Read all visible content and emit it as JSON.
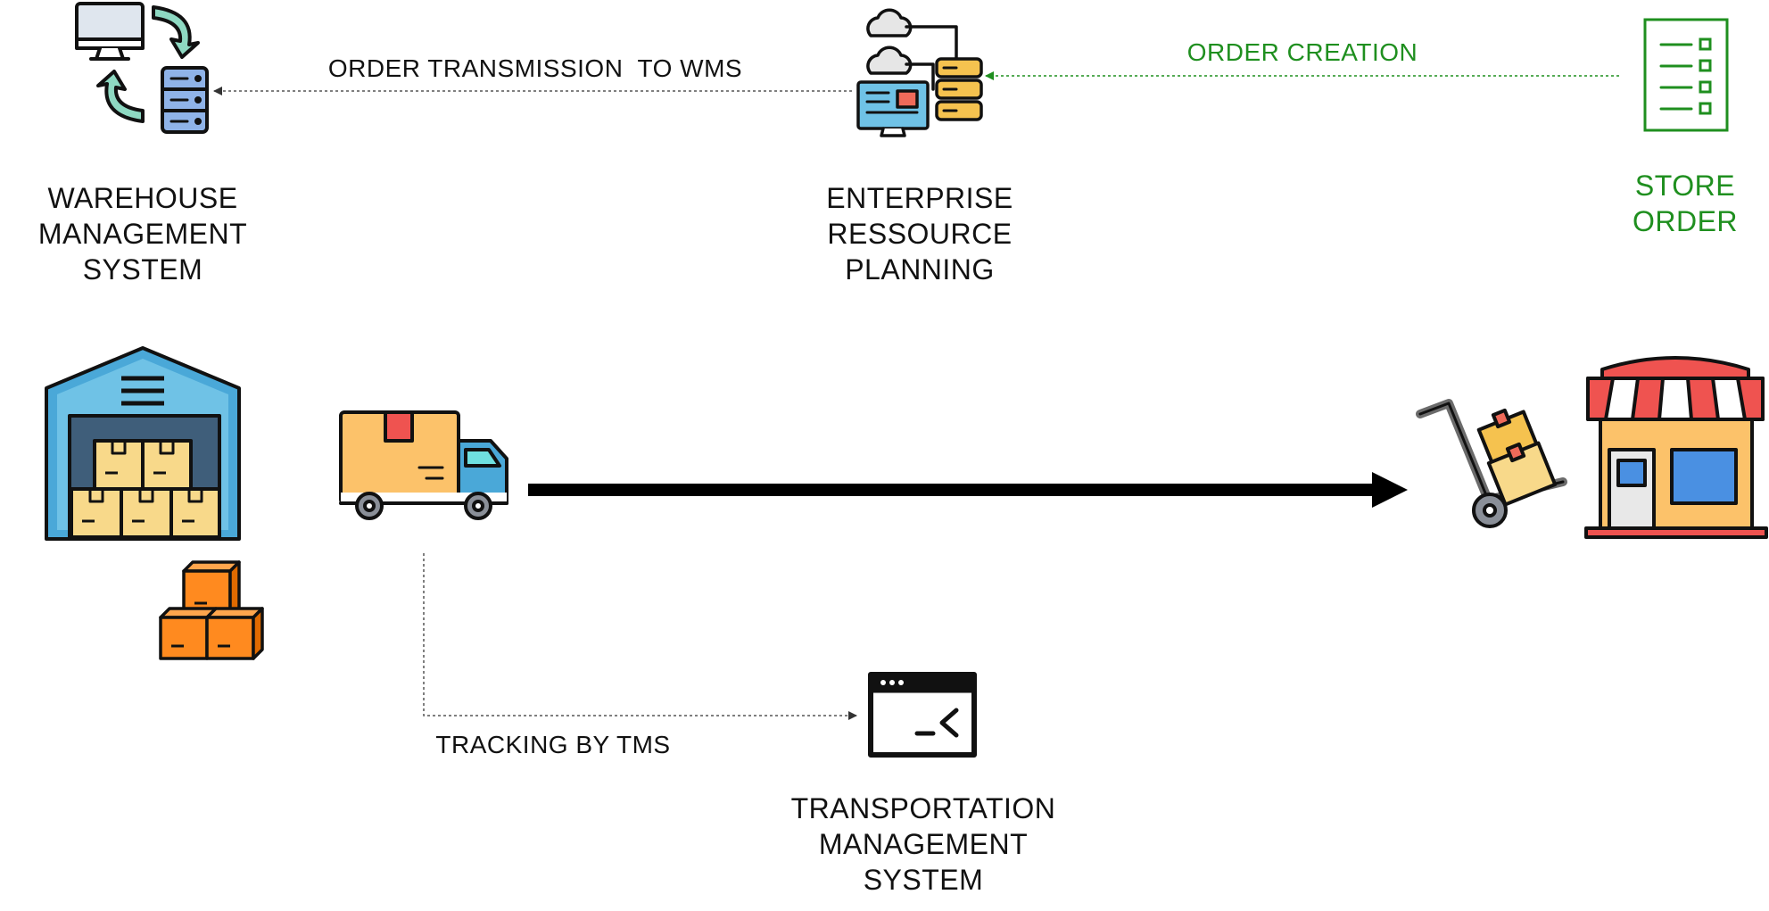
{
  "labels": {
    "wms": [
      "WAREHOUSE",
      "MANAGEMENT",
      "SYSTEM"
    ],
    "erp": [
      "ENTERPRISE",
      "RESSOURCE",
      "PLANNING"
    ],
    "store_order": [
      "STORE",
      "ORDER"
    ],
    "tms": [
      "TRANSPORTATION",
      "MANAGEMENT",
      "SYSTEM"
    ]
  },
  "edges": {
    "order_transmission": "ORDER TRANSMISSION  TO WMS",
    "order_creation": "ORDER CREATION",
    "tracking": "TRACKING BY TMS"
  },
  "icons": {
    "wms": "server-sync-icon",
    "erp": "cloud-erp-icon",
    "store_order": "checklist-icon",
    "warehouse": "warehouse-icon",
    "boxes": "boxes-icon",
    "truck": "delivery-truck-icon",
    "hand_truck": "hand-truck-icon",
    "store": "storefront-icon",
    "tms": "terminal-window-icon"
  },
  "colors": {
    "green": "#1f8f1f",
    "black": "#111111",
    "edge_grey": "#555555"
  }
}
